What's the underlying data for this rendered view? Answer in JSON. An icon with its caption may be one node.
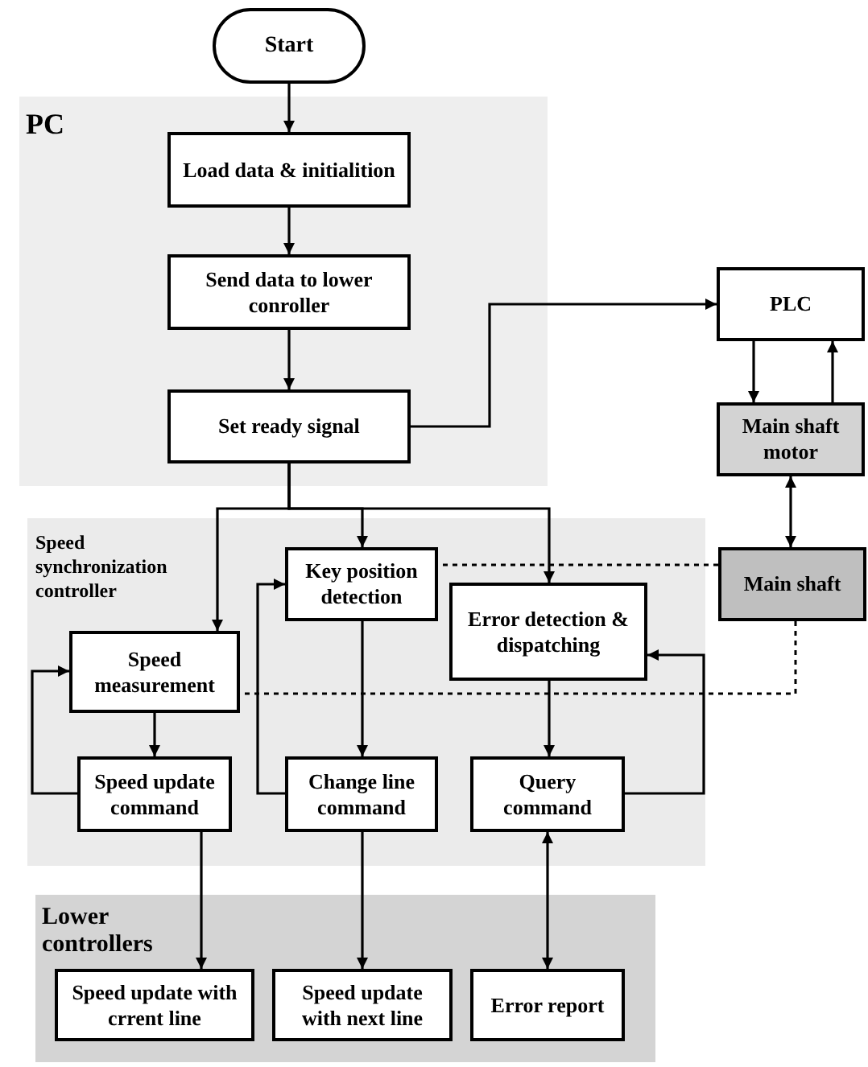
{
  "diagram": {
    "nodes": [
      {
        "text": [
          "Start"
        ]
      },
      {
        "text": [
          "PC"
        ]
      },
      {
        "text": [
          "Load data & initialition"
        ],
        "in": 1
      },
      {
        "text": [
          "Send data to lower conroller"
        ],
        "in": 1
      },
      {
        "text": [
          "Set ready signal"
        ],
        "in": 1
      },
      {
        "text": [
          "PLC"
        ]
      },
      {
        "text": [
          "Main shaft motor"
        ]
      },
      {
        "text": [
          "Speed synchronization controller"
        ]
      },
      {
        "text": [
          "Key position detection"
        ],
        "in": 7
      },
      {
        "text": [
          "Error detection & dispatching"
        ],
        "in": 7
      },
      {
        "text": [
          "Main shaft"
        ]
      },
      {
        "text": [
          "Speed measurement"
        ],
        "in": 7
      },
      {
        "text": [
          "Speed update command"
        ],
        "in": 7
      },
      {
        "text": [
          "Change line command"
        ],
        "in": 7
      },
      {
        "text": [
          "Query command"
        ],
        "in": 7
      },
      {
        "text": [
          "Lower controllers"
        ]
      },
      {
        "text": [
          "Speed update with crrent line"
        ],
        "in": 15
      },
      {
        "text": [
          "Speed update with next line"
        ],
        "in": 15
      },
      {
        "text": [
          "Error report"
        ],
        "in": 15
      }
    ],
    "edges": [
      {
        "from": 0,
        "to": 2,
        "arrow": "to"
      },
      {
        "from": 2,
        "to": 3,
        "arrow": "to"
      },
      {
        "from": 3,
        "to": 4,
        "arrow": "to"
      },
      {
        "from": 4,
        "to": 5,
        "arrow": "to"
      },
      {
        "from": 5,
        "to": 6,
        "arrow": "to"
      },
      {
        "from": 6,
        "to": 5,
        "arrow": "to"
      },
      {
        "from": 6,
        "to": 10,
        "arrow": "both"
      },
      {
        "from": 4,
        "to": 11,
        "arrow": "to"
      },
      {
        "from": 4,
        "to": 8,
        "arrow": "to"
      },
      {
        "from": 4,
        "to": 9,
        "arrow": "to"
      },
      {
        "from": 11,
        "to": 12,
        "arrow": "to"
      },
      {
        "from": 12,
        "to": 11,
        "arrow": "to"
      },
      {
        "from": 8,
        "to": 13,
        "arrow": "to"
      },
      {
        "from": 13,
        "to": 8,
        "arrow": "to"
      },
      {
        "from": 9,
        "to": 14,
        "arrow": "to"
      },
      {
        "from": 14,
        "to": 9,
        "arrow": "to"
      },
      {
        "from": 12,
        "to": 16,
        "arrow": "to"
      },
      {
        "from": 13,
        "to": 17,
        "arrow": "to"
      },
      {
        "from": 14,
        "to": 18,
        "arrow": "both"
      },
      {
        "from": 10,
        "to": 8,
        "arrow": "none",
        "style": "dashed"
      },
      {
        "from": 10,
        "to": 11,
        "arrow": "none",
        "style": "dashed"
      }
    ]
  }
}
